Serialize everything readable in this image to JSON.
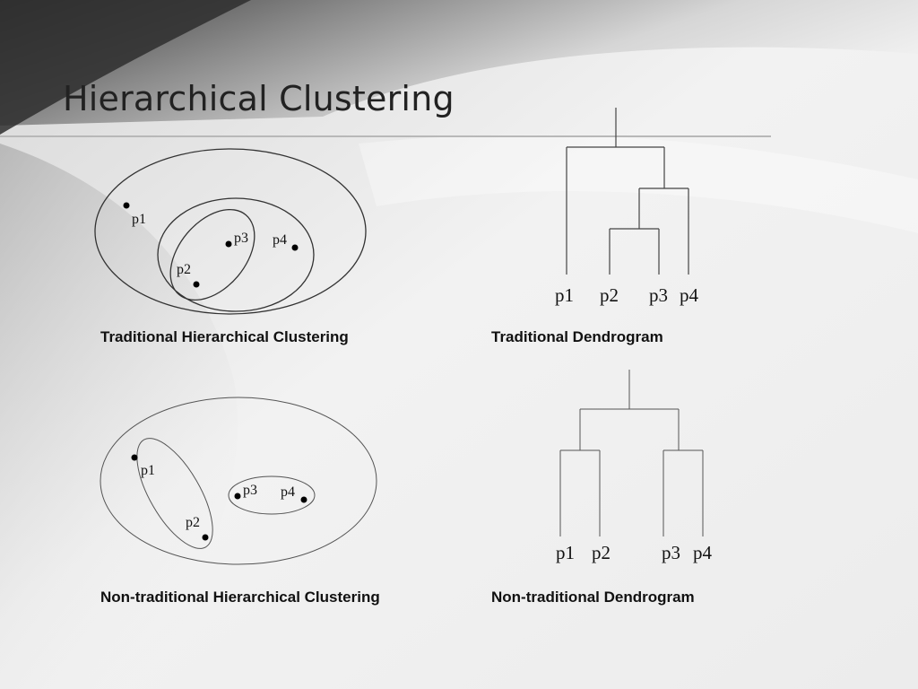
{
  "slide": {
    "title": "Hierarchical Clustering"
  },
  "panels": {
    "traditional_clustering": {
      "caption": "Traditional Hierarchical Clustering",
      "points": [
        "p1",
        "p2",
        "p3",
        "p4"
      ]
    },
    "traditional_dendrogram": {
      "caption": "Traditional Dendrogram",
      "leaves": [
        "p1",
        "p2",
        "p3",
        "p4"
      ]
    },
    "nontraditional_clustering": {
      "caption": "Non-traditional Hierarchical Clustering",
      "points": [
        "p1",
        "p2",
        "p3",
        "p4"
      ]
    },
    "nontraditional_dendrogram": {
      "caption": "Non-traditional Dendrogram",
      "leaves": [
        "p1",
        "p2",
        "p3",
        "p4"
      ]
    }
  },
  "colors": {
    "line": "#444444",
    "text": "#111111"
  }
}
